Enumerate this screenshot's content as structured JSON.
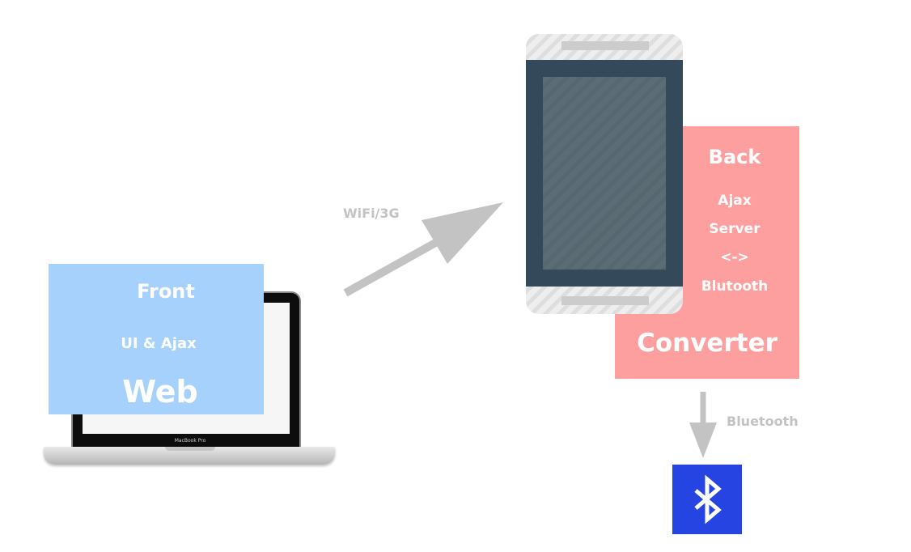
{
  "front": {
    "title": "Front",
    "subtitle": "UI & Ajax",
    "label": "Web"
  },
  "laptop": {
    "brand": "MacBook Pro"
  },
  "link_top": {
    "label": "WiFi/3G"
  },
  "back": {
    "title": "Back",
    "lines": [
      "Ajax",
      "Server",
      "<->",
      "Blutooth"
    ],
    "footer": "Converter"
  },
  "link_bottom": {
    "label": "Bluetooth"
  },
  "colors": {
    "front_box": "#a5d1fc",
    "back_box": "#fe9f9f",
    "phone_frame": "#34495a",
    "arrow": "#c3c3c3",
    "bluetooth_badge": "#2544e2"
  },
  "icons": {
    "laptop": "laptop-icon",
    "phone": "smartphone-icon",
    "bluetooth": "bluetooth-icon"
  }
}
